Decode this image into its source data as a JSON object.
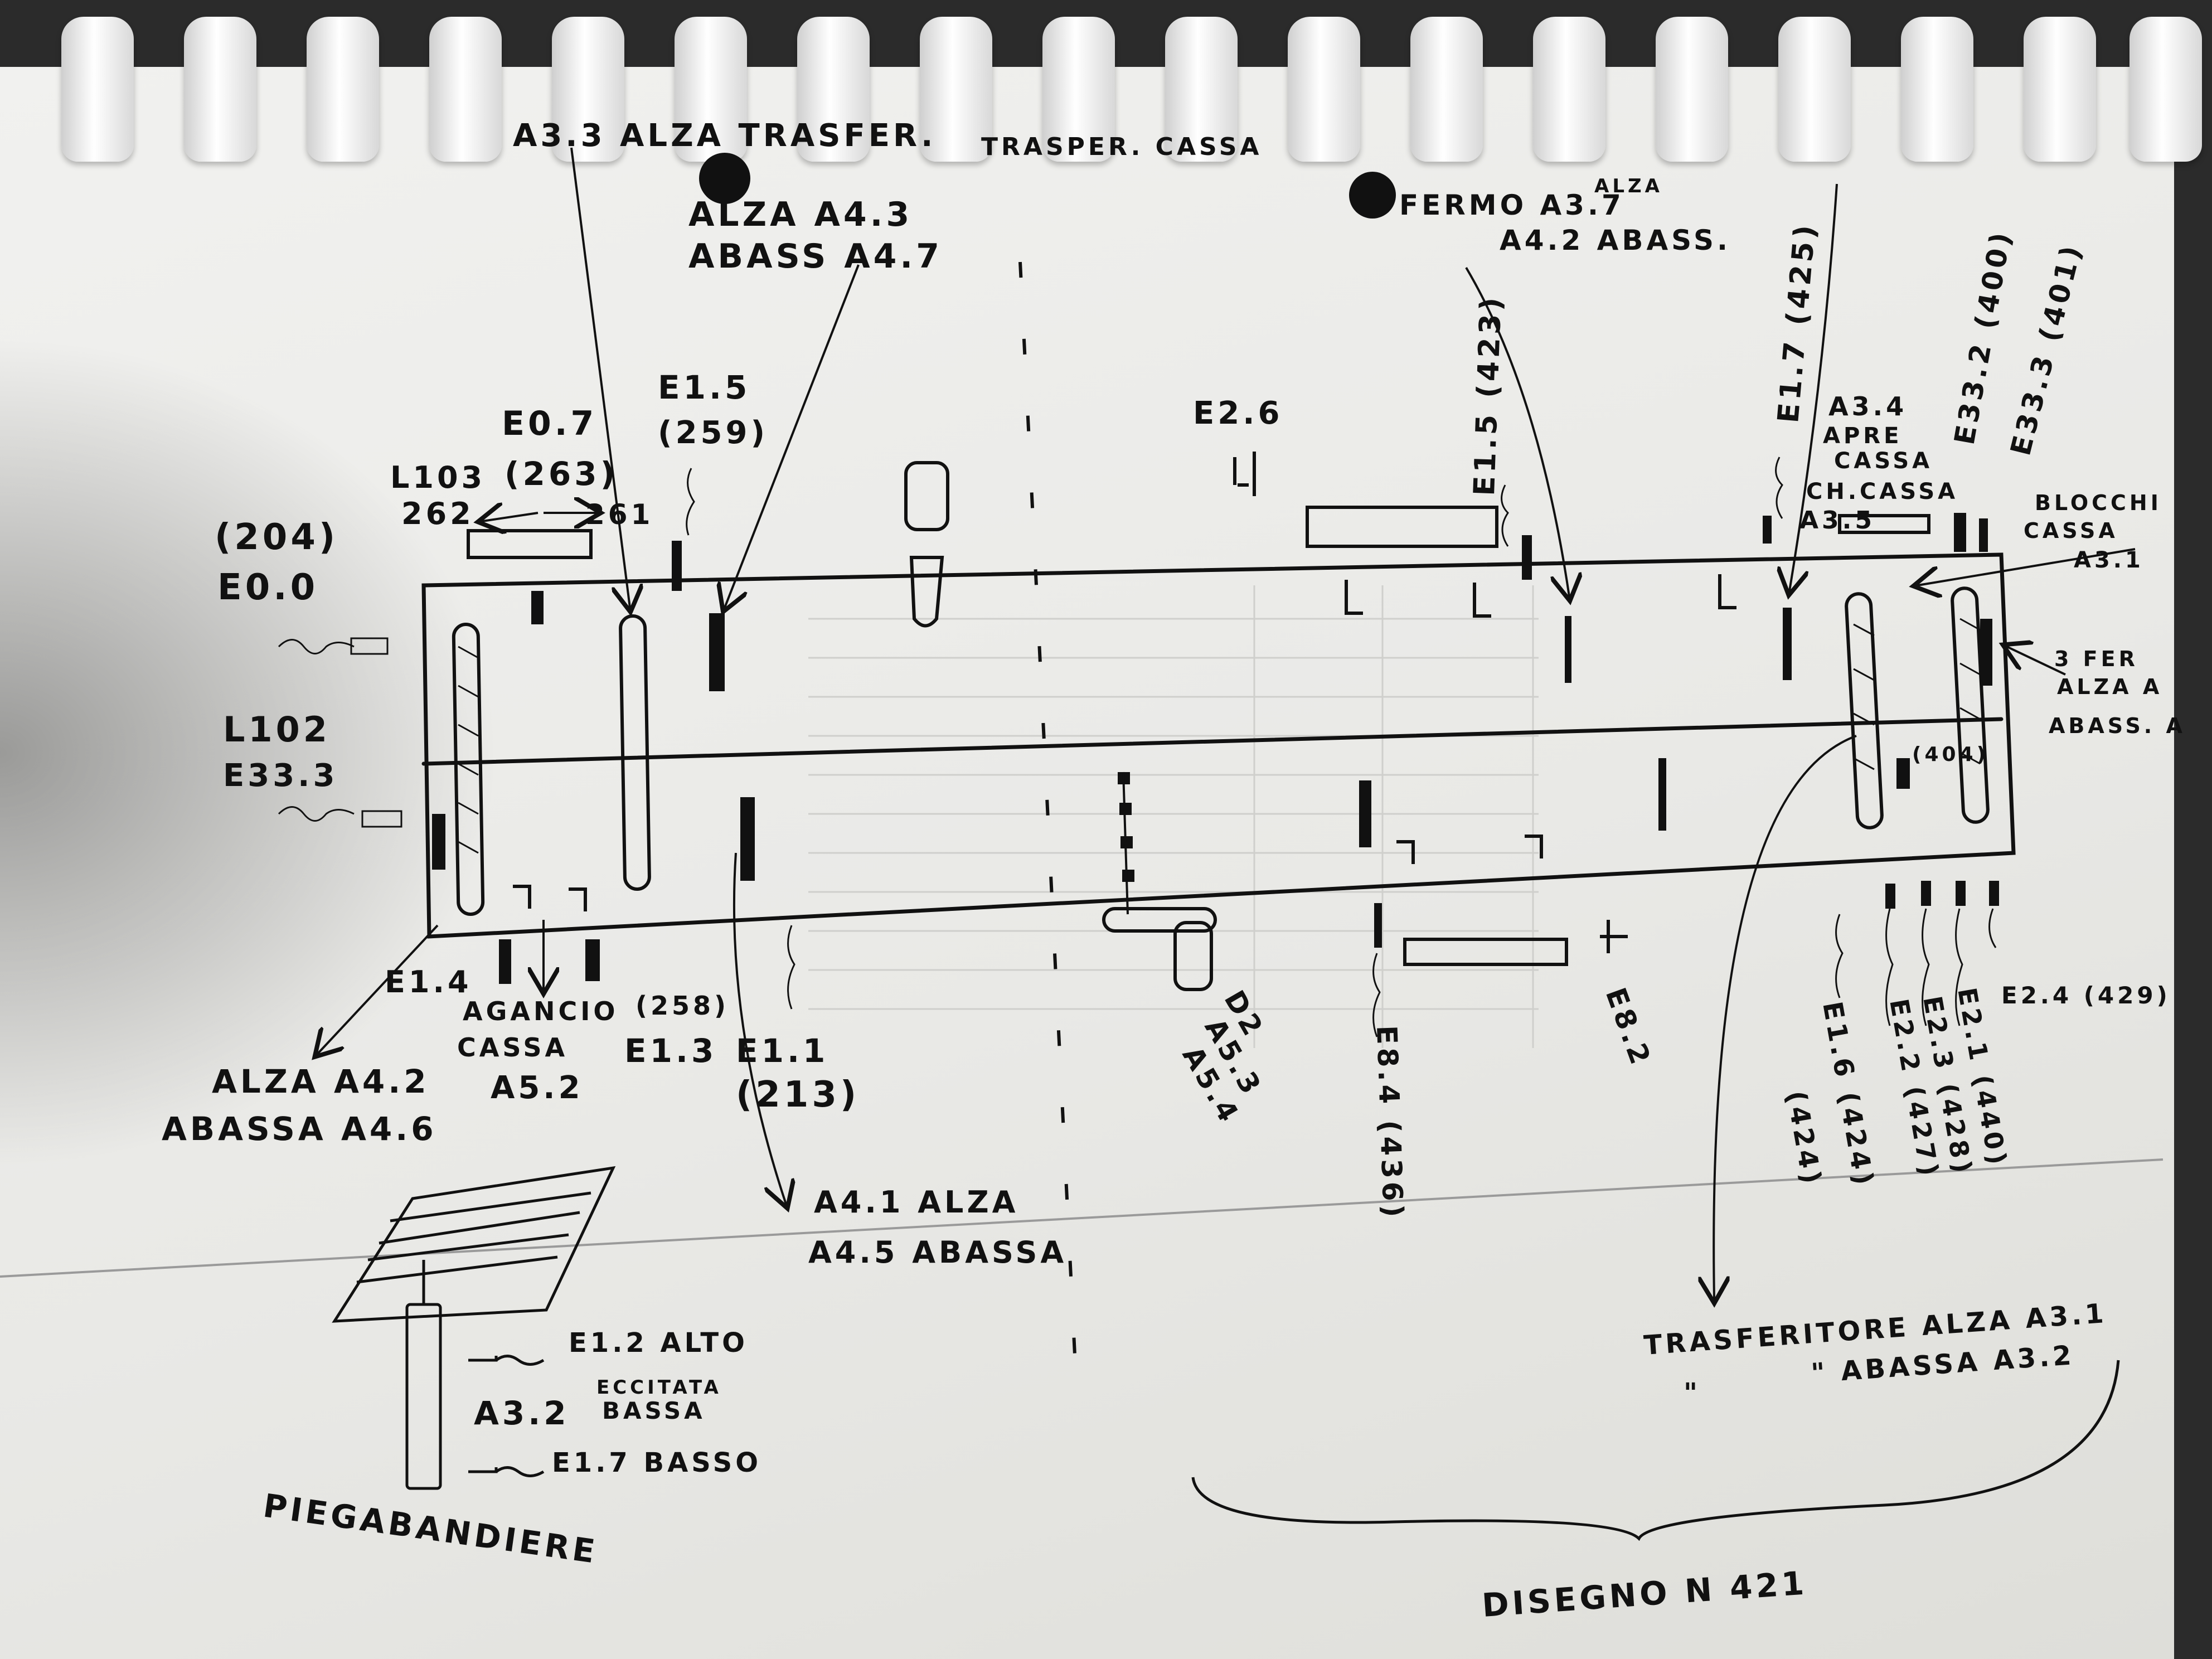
{
  "labels": {
    "a33": "A3.3 ALZA TRASFER.",
    "trasp_cassa": "TRASPER. CASSA",
    "alza_a43": "ALZA A4.3",
    "abass_a47": "ABASS A4.7",
    "fermo_a37": "FERMO A3.7",
    "alza_small": "ALZA",
    "a42_abass": "A4.2 ABASS.",
    "e07": "E0.7",
    "n263": "(263)",
    "e15_left": "E1.5",
    "n259": "(259)",
    "l103": "L103",
    "n262": "262",
    "n261": "261",
    "n204": "(204)",
    "e00": "E0.0",
    "e26": "E2.6",
    "e15_right": "E1.5 (423)",
    "e17": "E1.7 (425)",
    "e332": "E33.2 (400)",
    "e333_right": "E33.3 (401)",
    "a34": "A3.4",
    "apre": "APRE",
    "cassa_a34": "CASSA",
    "chcassa": "CH.CASSA",
    "a35": "A3.5",
    "blocchi": "BLOCCHI",
    "cassa_blocchi": "CASSA",
    "a31_right": "A3.1",
    "tre_fer": "3 FER",
    "alza_a": "ALZA A",
    "abass_a": "ABASS. A",
    "l102": "L102",
    "e333_left": "E33.3",
    "n404": "(404)",
    "e14": "E1.4",
    "aggancio": "AGANCIO",
    "cassa_agg": "CASSA",
    "a52": "A5.2",
    "n258": "(258)",
    "e13": "E1.3",
    "e11": "E1.1",
    "n213": "(213)",
    "alza_a42": "ALZA A4.2",
    "abassa_a46": "ABASSA A4.6",
    "a41": "A4.1 ALZA",
    "a45": "A4.5 ABASSA",
    "d2": "D2",
    "a53": "A5.3",
    "a54": "A5.4",
    "e84": "E8.4 (436)",
    "e82": "E8.2",
    "e16": "E1.6 (424)",
    "n424a": "(424)",
    "e22": "E2.2 (427)",
    "e23": "E2.3 (428)",
    "e21": "E2.1 (440)",
    "e24": "E2.4 (429)",
    "e12": "E1.2 ALTO",
    "a32": "A3.2",
    "eccitata": "ECCITATA",
    "bassa": "BASSA",
    "e17_basso": "E1.7 BASSO",
    "piegabandiere": "PIEGABANDIERE",
    "trasferitore_alza": "TRASFERITORE ALZA A3.1",
    "trasferitore_abassa": "\" ABASSA A3.2",
    "ditto": "\"",
    "disegno": "DISEGNO N 421"
  }
}
